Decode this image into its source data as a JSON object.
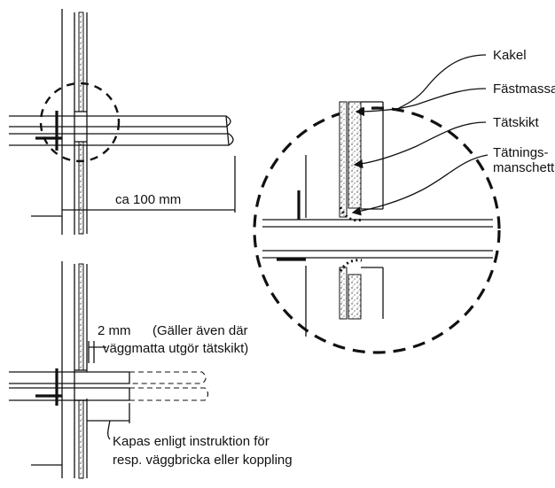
{
  "labels": {
    "kakel": "Kakel",
    "fastmassa": "Fästmassa",
    "tatskikt": "Tätskikt",
    "tatningsmanschett_1": "Tätnings-",
    "tatningsmanschett_2": "manschett",
    "distance": "ca 100 mm",
    "gap": "2 mm",
    "note_1": "(Gäller även där",
    "note_2": "väggmatta utgör tätskikt)",
    "cut_1": "Kapas enligt instruktion för",
    "cut_2": "resp. väggbricka eller koppling"
  }
}
